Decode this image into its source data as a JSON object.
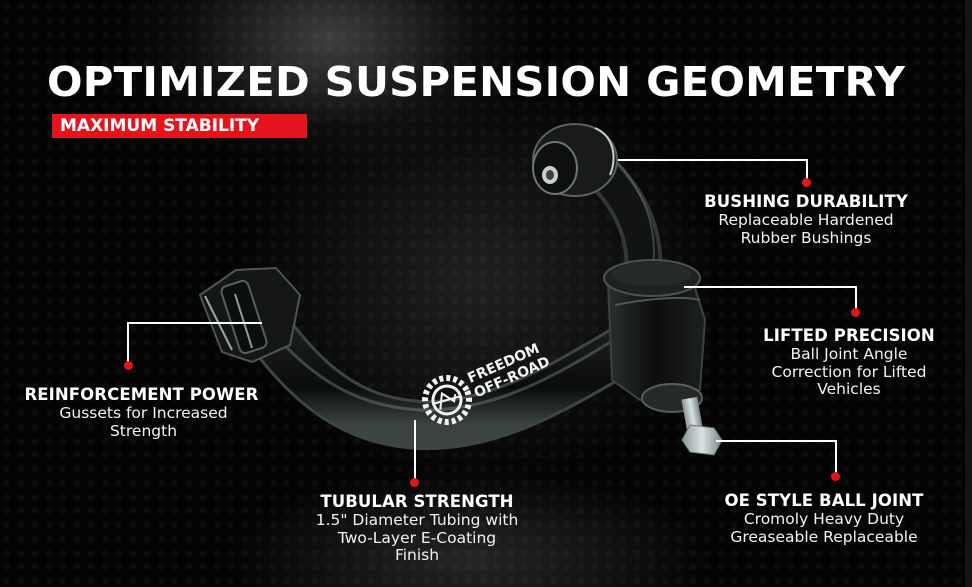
{
  "header": {
    "title": "OPTIMIZED SUSPENSION GEOMETRY",
    "badge": "MAXIMUM STABILITY"
  },
  "colors": {
    "accent_red": "#e5141c",
    "background": "#040404",
    "text": "#ffffff"
  },
  "product": {
    "name": "upper control arm",
    "brand_logo_line1": "FREEDOM",
    "brand_logo_line2": "OFF-ROAD",
    "brand_icon": "gear-mountain-logo-icon"
  },
  "callouts": [
    {
      "id": "bushing",
      "heading": "BUSHING DURABILITY",
      "description": "Replaceable Hardened\nRubber Bushings"
    },
    {
      "id": "lifted",
      "heading": "LIFTED PRECISION",
      "description": "Ball Joint Angle\nCorrection for Lifted\nVehicles"
    },
    {
      "id": "reinforcement",
      "heading": "REINFORCEMENT POWER",
      "description": "Gussets for Increased\nStrength"
    },
    {
      "id": "tubular",
      "heading": "TUBULAR STRENGTH",
      "description": "1.5\" Diameter Tubing with\nTwo-Layer E-Coating\nFinish"
    },
    {
      "id": "balljoint",
      "heading": "OE STYLE BALL JOINT",
      "description": "Cromoly Heavy Duty\nGreaseable Replaceable"
    }
  ]
}
